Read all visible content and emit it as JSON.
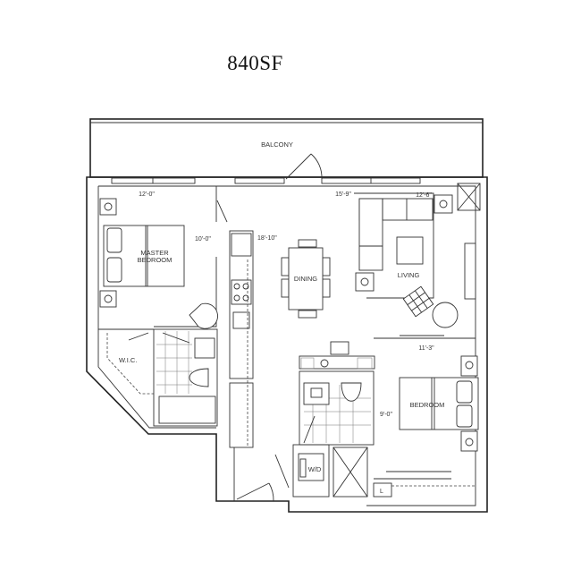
{
  "title": "840SF",
  "rooms": {
    "balcony": "BALCONY",
    "master_bedroom_line1": "MASTER",
    "master_bedroom_line2": "BEDROOM",
    "dining": "DINING",
    "living": "LIVING",
    "wic": "W.I.C.",
    "bedroom": "BEDROOM",
    "wd": "W/D",
    "linen": "L"
  },
  "dimensions": {
    "master_width": "12'-0\"",
    "master_depth": "10'-0\"",
    "living_width": "15'-9\"",
    "living_depth": "12'-6\"",
    "kitchen_dining_depth": "18'-10\"",
    "bedroom_width": "11'-3\"",
    "bedroom_depth": "9'-0\""
  }
}
